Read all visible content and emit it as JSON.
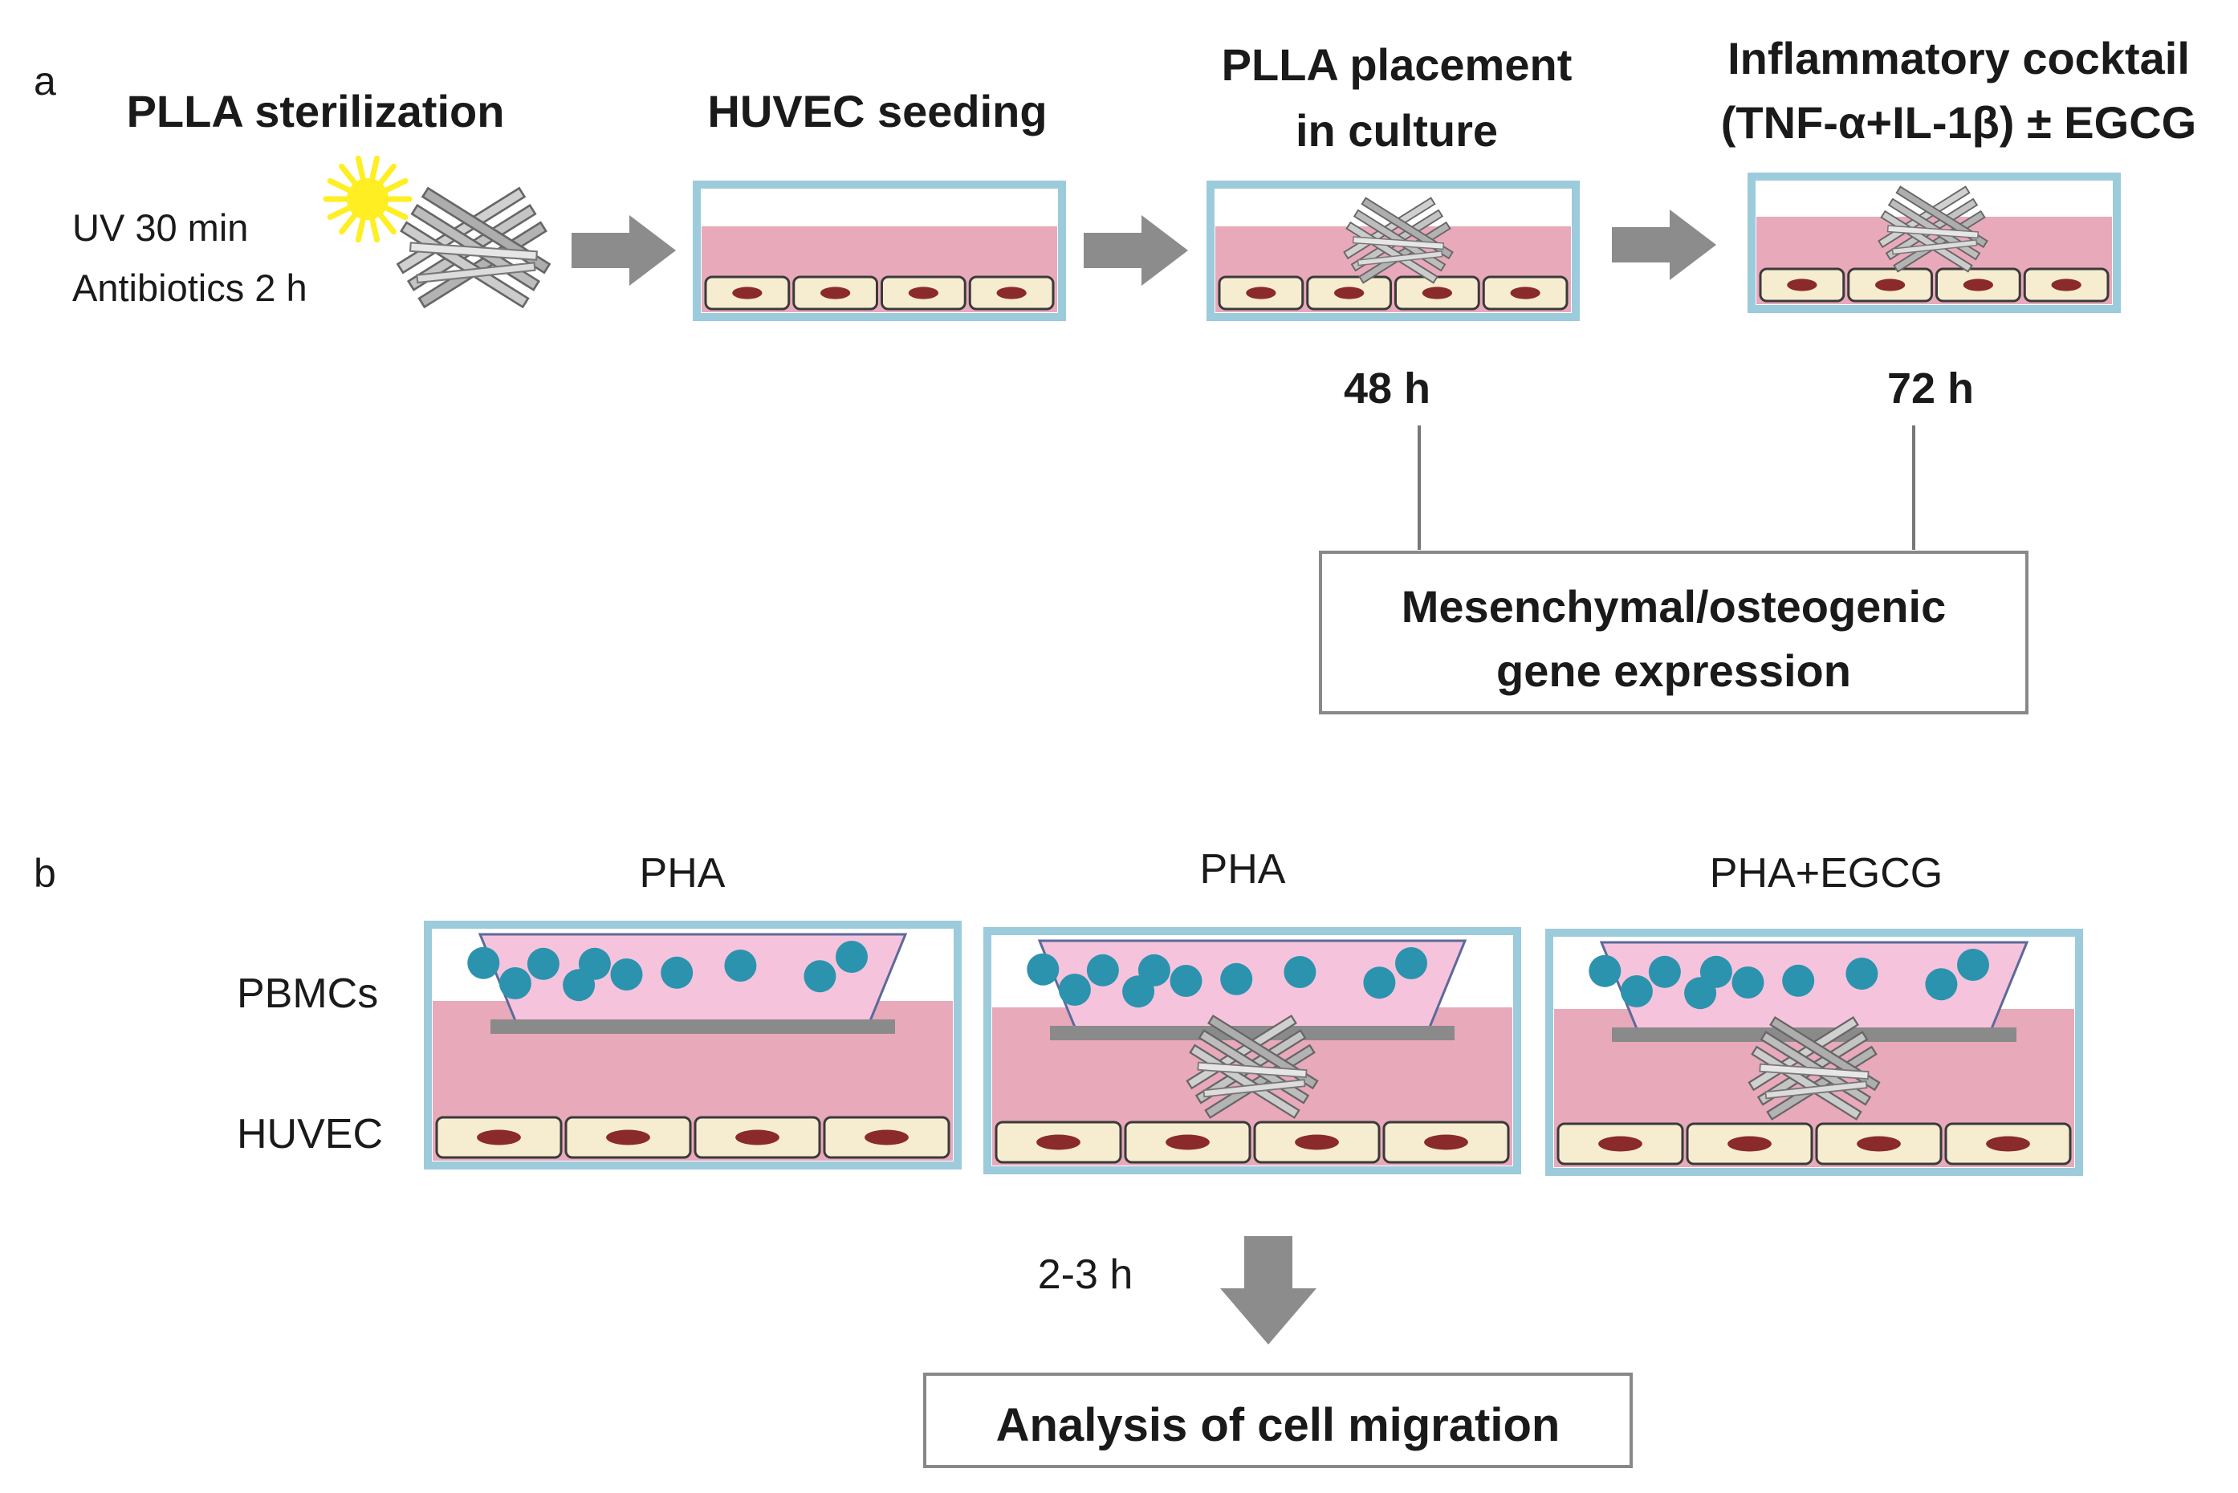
{
  "colors": {
    "well_border": "#9ccbdc",
    "medium": "#e8a9bb",
    "insert_medium": "#f6c3dd",
    "cell_fill": "#f6ecd0",
    "nucleus": "#8a2a2a",
    "pbmc": "#2b93ad",
    "arrow": "#8c8c8c",
    "membrane": "#8a8a8a",
    "scaffold": "#9a9a9a",
    "sun": "#ffee22"
  },
  "icons": {
    "sun": "sun-icon",
    "scaffold": "pla-scaffold-icon"
  },
  "panel_a": {
    "label": "a",
    "step1": {
      "title": "PLLA sterilization",
      "line1": "UV 30 min",
      "line2": "Antibiotics 2 h"
    },
    "step2": {
      "title": "HUVEC seeding"
    },
    "step3": {
      "title_line1": "PLLA placement",
      "title_line2": "in culture",
      "time": "48 h"
    },
    "step4": {
      "title_line1": "Inflammatory cocktail",
      "title_line2": "(TNF-α+IL-1β) ± EGCG",
      "time": "72 h"
    },
    "result": {
      "line1": "Mesenchymal/osteogenic",
      "line2": "gene expression"
    }
  },
  "panel_b": {
    "label": "b",
    "row_label_top": "PBMCs",
    "row_label_bottom": "HUVEC",
    "conditions": [
      "PHA",
      "PHA",
      "PHA+EGCG"
    ],
    "time": "2-3 h",
    "result": "Analysis of cell migration"
  }
}
